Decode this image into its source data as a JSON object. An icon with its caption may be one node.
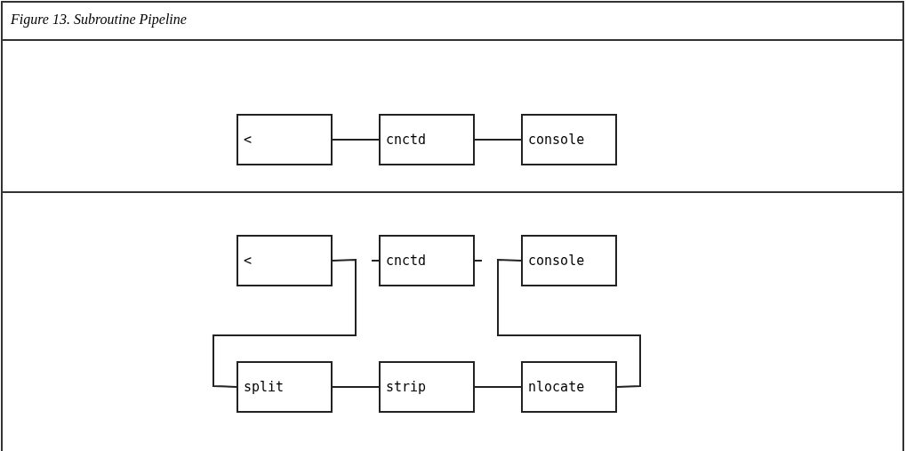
{
  "diagram": {
    "title": "Figure 13. Subroutine Pipeline",
    "nodes": [
      {
        "text": [
          "<"
        ]
      },
      {
        "text": [
          "cnctd"
        ]
      },
      {
        "text": [
          "console"
        ]
      },
      {
        "text": [
          "<"
        ]
      },
      {
        "text": [
          "cnctd"
        ]
      },
      {
        "text": [
          "console"
        ]
      },
      {
        "text": [
          "split"
        ]
      },
      {
        "text": [
          "strip"
        ]
      },
      {
        "text": [
          "nlocate"
        ]
      }
    ],
    "edges": [
      {
        "from": 0,
        "to": 1,
        "arrow": "none"
      },
      {
        "from": 1,
        "to": 2,
        "arrow": "none"
      },
      {
        "from": 3,
        "to": 6,
        "arrow": "none"
      },
      {
        "from": 6,
        "to": 7,
        "arrow": "none"
      },
      {
        "from": 7,
        "to": 8,
        "arrow": "none"
      },
      {
        "from": 8,
        "to": 5,
        "arrow": "none"
      },
      {
        "from": null,
        "to": 4,
        "arrow": "none"
      },
      {
        "from": 4,
        "to": null,
        "arrow": "none"
      }
    ]
  }
}
